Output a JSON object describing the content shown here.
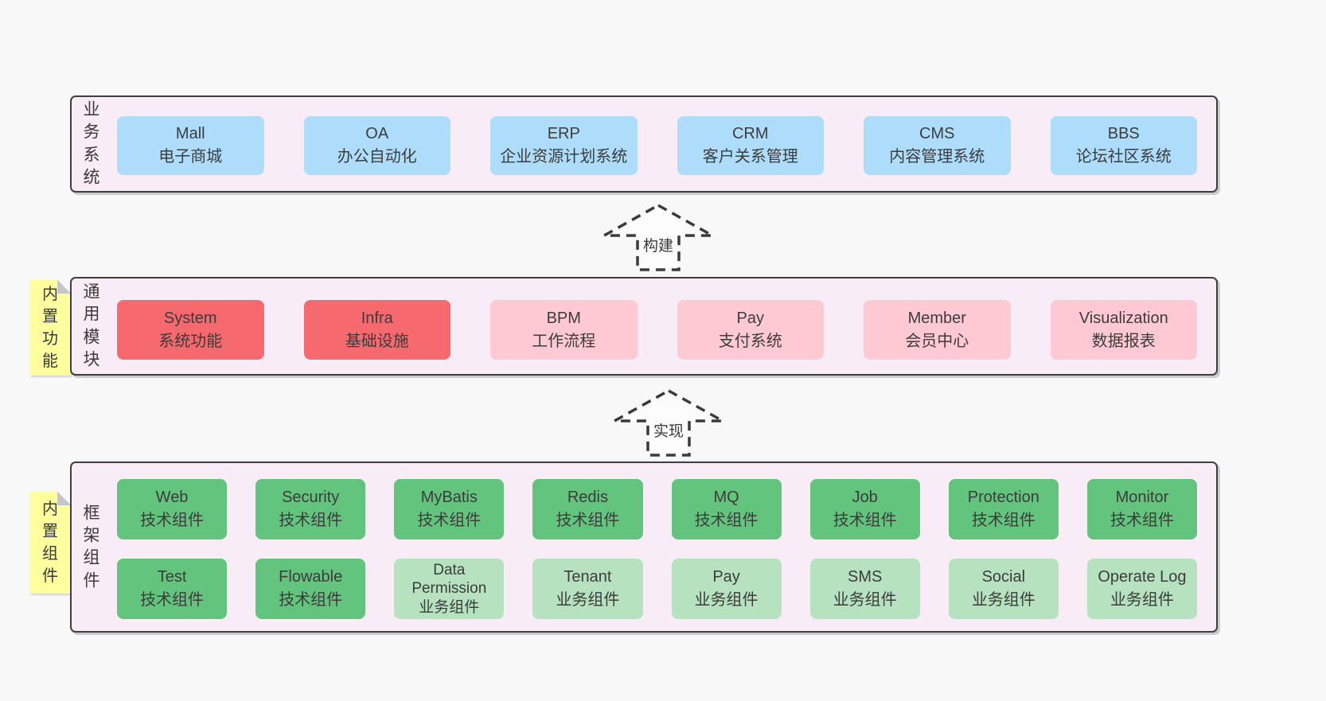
{
  "colors": {
    "page_bg": "#f8f8f8",
    "layer_bg": "#f8edf6",
    "layer_border": "#3f3f3f",
    "box_blue": "#aeddfb",
    "box_red": "#f5696f",
    "box_pink": "#fec9d2",
    "box_green": "#63c47d",
    "box_light_green": "#b7e2c0",
    "sticky_yellow": "#fdfe9e",
    "text": "#3c3c3c"
  },
  "arrows": {
    "build": "构建",
    "implement": "实现"
  },
  "business": {
    "label": "业务系统",
    "boxes": [
      {
        "name": "Mall",
        "desc": "电子商城"
      },
      {
        "name": "OA",
        "desc": "办公自动化"
      },
      {
        "name": "ERP",
        "desc": "企业资源计划系统"
      },
      {
        "name": "CRM",
        "desc": "客户关系管理"
      },
      {
        "name": "CMS",
        "desc": "内容管理系统"
      },
      {
        "name": "BBS",
        "desc": "论坛社区系统"
      }
    ]
  },
  "modules": {
    "label": "通用模块",
    "sticky": "内置功能",
    "boxes": [
      {
        "name": "System",
        "desc": "系统功能"
      },
      {
        "name": "Infra",
        "desc": "基础设施"
      },
      {
        "name": "BPM",
        "desc": "工作流程"
      },
      {
        "name": "Pay",
        "desc": "支付系统"
      },
      {
        "name": "Member",
        "desc": "会员中心"
      },
      {
        "name": "Visualization",
        "desc": "数据报表"
      }
    ]
  },
  "components": {
    "label": "框架组件",
    "sticky": "内置组件",
    "row1": [
      {
        "name": "Web",
        "desc": "技术组件"
      },
      {
        "name": "Security",
        "desc": "技术组件"
      },
      {
        "name": "MyBatis",
        "desc": "技术组件"
      },
      {
        "name": "Redis",
        "desc": "技术组件"
      },
      {
        "name": "MQ",
        "desc": "技术组件"
      },
      {
        "name": "Job",
        "desc": "技术组件"
      },
      {
        "name": "Protection",
        "desc": "技术组件"
      },
      {
        "name": "Monitor",
        "desc": "技术组件"
      }
    ],
    "row2": [
      {
        "name": "Test",
        "desc": "技术组件"
      },
      {
        "name": "Flowable",
        "desc": "技术组件"
      },
      {
        "name": "Data Permission",
        "desc": "业务组件"
      },
      {
        "name": "Tenant",
        "desc": "业务组件"
      },
      {
        "name": "Pay",
        "desc": "业务组件"
      },
      {
        "name": "SMS",
        "desc": "业务组件"
      },
      {
        "name": "Social",
        "desc": "业务组件"
      },
      {
        "name": "Operate Log",
        "desc": "业务组件"
      }
    ]
  }
}
